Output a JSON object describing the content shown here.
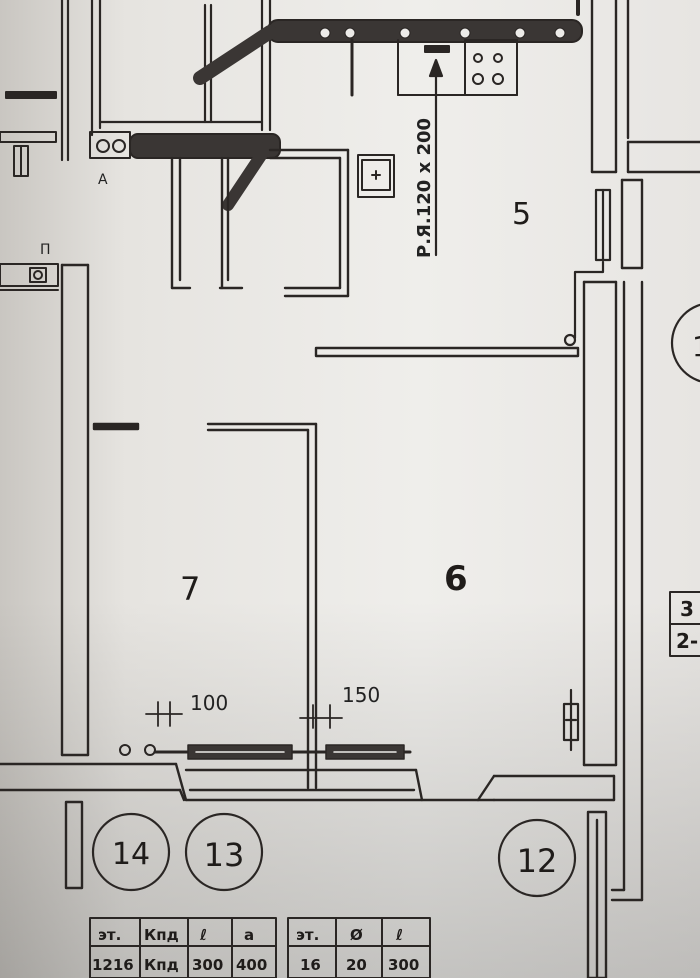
{
  "rooms": {
    "room_5": "5",
    "room_6": "6",
    "room_7": "7"
  },
  "annotations": {
    "duct_label": "Р.Я.120 х 200",
    "dim_100": "100",
    "dim_150": "150",
    "label_a": "А",
    "label_p": "П"
  },
  "axes": {
    "axis_14": "14",
    "axis_13": "13",
    "axis_12": "12",
    "axis_partial_right": "1"
  },
  "tables": {
    "left_headers": [
      "эт.",
      "Кпд",
      "ℓ",
      "а"
    ],
    "left_row": [
      "1216",
      "Кпд",
      "300",
      "400"
    ],
    "right_headers": [
      "эт.",
      "Ø",
      "ℓ"
    ],
    "right_row": [
      "16",
      "20",
      "300"
    ],
    "side_top": "3",
    "side_bottom": "2-"
  },
  "colors": {
    "paper": "#ecebe8",
    "ink": "#2a2624",
    "shadow": "#4a4744"
  }
}
